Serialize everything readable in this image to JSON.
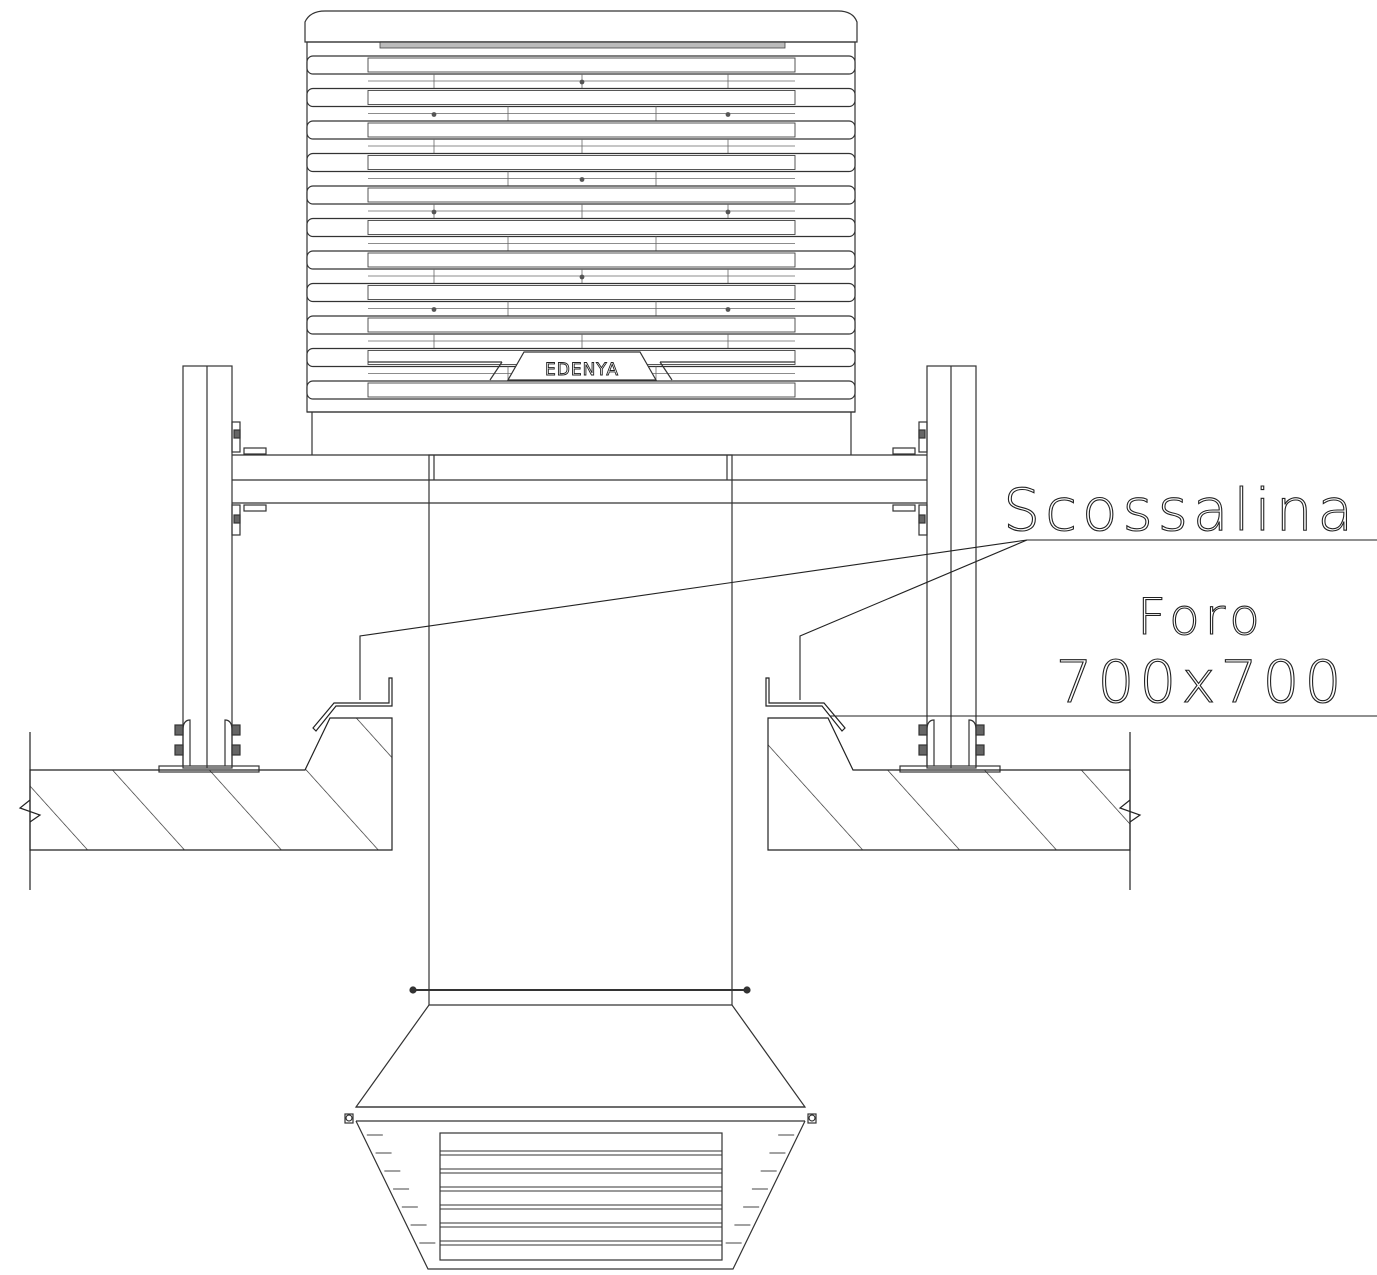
{
  "brand": {
    "name": "EDENYA"
  },
  "labels": {
    "scossalina": "Scossalina",
    "foro_line1": "Foro",
    "foro_line2": "700x700"
  },
  "colors": {
    "line": "#222222",
    "background": "#ffffff"
  }
}
